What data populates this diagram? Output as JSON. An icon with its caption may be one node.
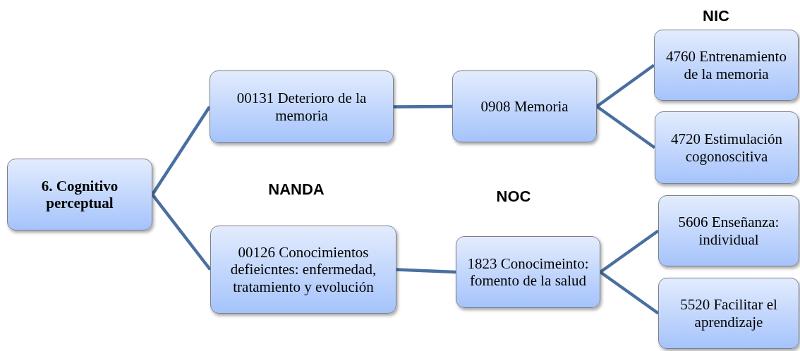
{
  "diagram": {
    "nodes": [
      {
        "text": [
          "6. Cognitivo perceptual"
        ]
      },
      {
        "text": [
          "00131 Deterioro de la memoria"
        ]
      },
      {
        "text": [
          "00126 Conocimientos defieicntes: enfermedad, tratamiento y evolución"
        ]
      },
      {
        "text": [
          "0908 Memoria"
        ]
      },
      {
        "text": [
          "1823 Conocimeinto: fomento de la salud"
        ]
      },
      {
        "text": [
          "4760 Entrenamiento de la memoria"
        ]
      },
      {
        "text": [
          "4720 Estimulación cogonoscitiva"
        ]
      },
      {
        "text": [
          "5606 Enseñanza: individual"
        ]
      },
      {
        "text": [
          "5520 Facilitar el aprendizaje"
        ]
      }
    ],
    "edges": [
      {
        "from": 0,
        "to": 1,
        "arrow": "none"
      },
      {
        "from": 0,
        "to": 2,
        "arrow": "none"
      },
      {
        "from": 1,
        "to": 3,
        "arrow": "none"
      },
      {
        "from": 2,
        "to": 4,
        "arrow": "none"
      },
      {
        "from": 3,
        "to": 5,
        "arrow": "none"
      },
      {
        "from": 3,
        "to": 6,
        "arrow": "none"
      },
      {
        "from": 4,
        "to": 7,
        "arrow": "none"
      },
      {
        "from": 4,
        "to": 8,
        "arrow": "none"
      }
    ],
    "labels": [
      "NIC",
      "NANDA",
      "NOC"
    ]
  }
}
